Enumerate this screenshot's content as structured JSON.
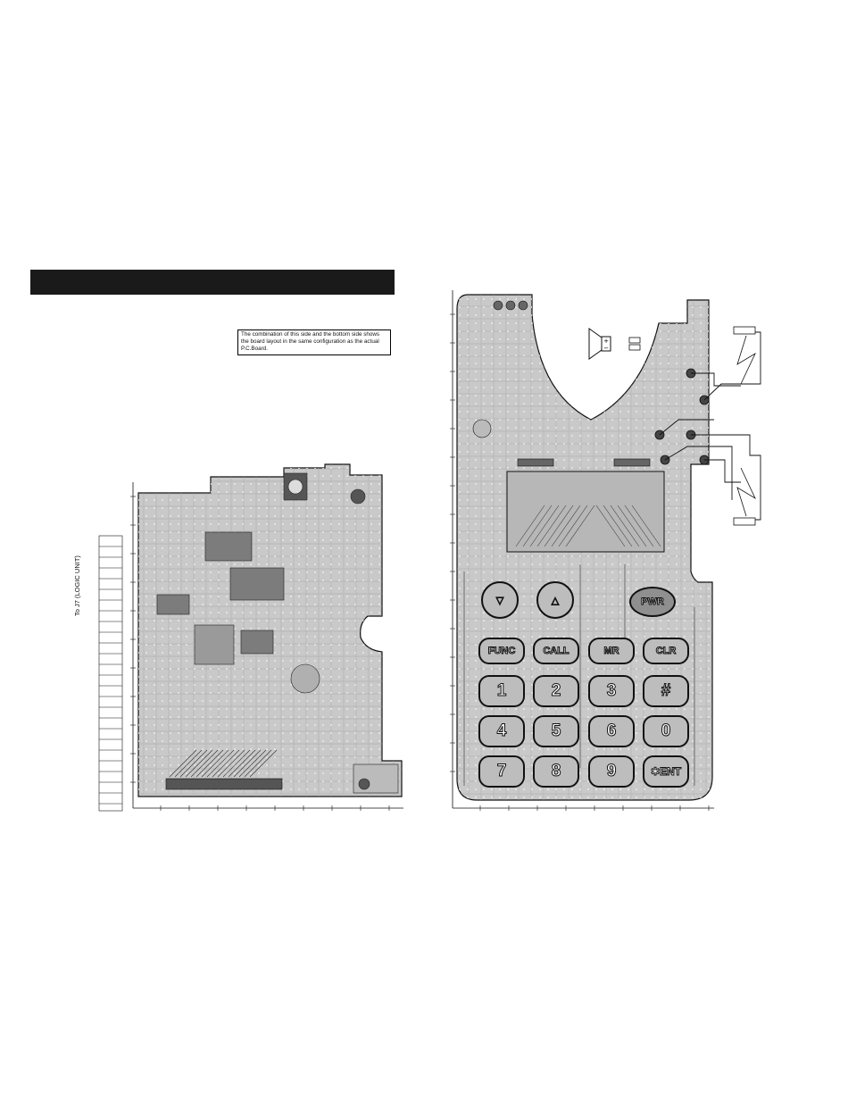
{
  "header": {
    "note_line1": "The combination of this side and the bottom side shows",
    "note_line2": "the board layout in the same configuration as the actual",
    "note_line3": "P.C.Board."
  },
  "connector": {
    "label": "To  J7 (LOGIC UNIT)"
  },
  "keypad": {
    "down_label": "▽",
    "up_label": "△",
    "pwr_label": "PWR",
    "func_label": "FUNC",
    "call_label": "CALL",
    "mr_label": "MR",
    "clr_label": "CLR",
    "key1": "1",
    "key2": "2",
    "key3": "3",
    "key_hash": "#",
    "key4": "4",
    "key5": "5",
    "key6": "6",
    "key0": "0",
    "key7": "7",
    "key8": "8",
    "key9": "9",
    "key_ent": "✱ENT"
  },
  "colors": {
    "board": "#c9c9c9",
    "trace": "#8a8a8a",
    "outline": "#111111"
  },
  "icons": {
    "speaker": "speaker-icon",
    "battery": "battery-terminal-icon"
  }
}
